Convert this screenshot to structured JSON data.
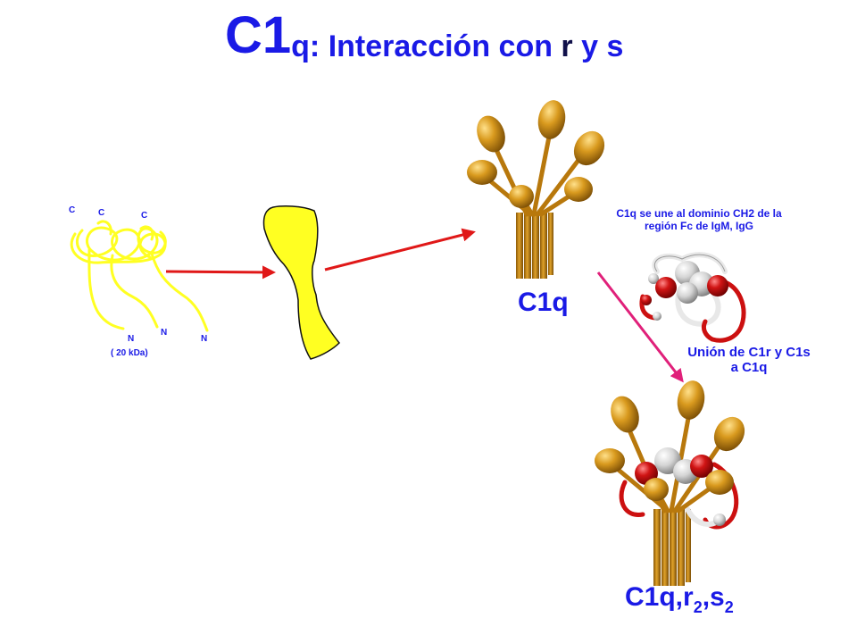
{
  "title": {
    "main": "C1",
    "sub": "q: Interacción con ",
    "r": "r",
    "y": " y ",
    "s": "s"
  },
  "chain_labels": {
    "c1": "C",
    "c2": "C",
    "c3": "C",
    "n1": "N",
    "n2": "N",
    "n3": "N",
    "mass": "( 20 kDa)"
  },
  "labels": {
    "c1q": "C1q",
    "binding_note_line1": "C1q se une al dominio CH2 de la",
    "binding_note_line2": "región Fc de IgM, IgG",
    "union_line1": "Unión de C1r y C1s",
    "union_line2": "a C1q",
    "complex_base": "C1q,r",
    "complex_sub1": "2",
    "complex_sep": ",s",
    "complex_sub2": "2"
  },
  "colors": {
    "title": "#1a1ae6",
    "title_dark": "#10104a",
    "chain": "#ffff22",
    "gold": "#c8860f",
    "arrow_red": "#e01818",
    "arrow_pink": "#e0207a",
    "sphere_red": "#cc1010",
    "sphere_grey": "#cfcfcf"
  }
}
